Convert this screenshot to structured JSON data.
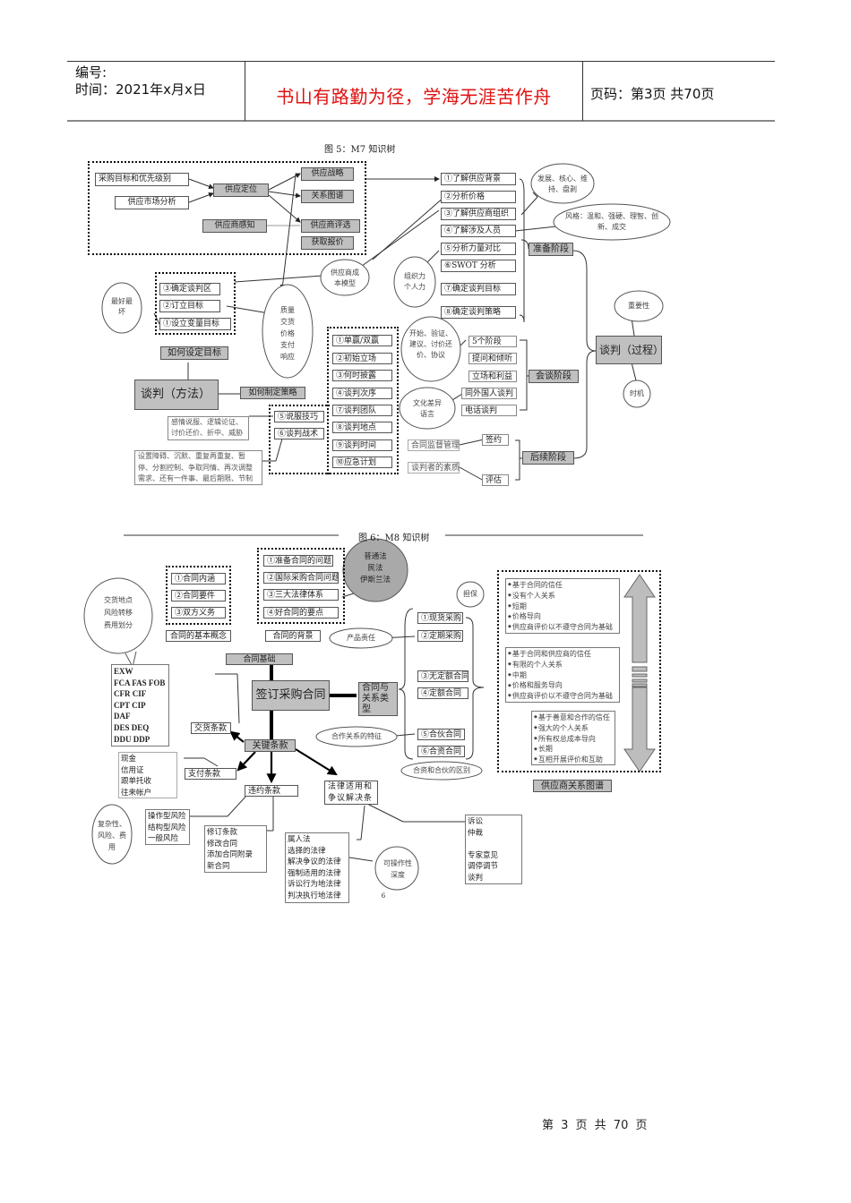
{
  "header": {
    "serial_label": "编号:",
    "time_label": "时间：2021年x月x日",
    "motto": "书山有路勤为径，学海无涯苦作舟",
    "page_label": "页码：第3页  共70页"
  },
  "m7": {
    "title": "图 5：M7 知识树",
    "positioning": {
      "inputs": [
        "采购目标和优先级别",
        "供应市场分析"
      ],
      "center": "供应定位",
      "perception": "供应商感知",
      "outputs": [
        "供应战略",
        "关系图谱",
        "供应商评选",
        "获取报价"
      ]
    },
    "prep_items": [
      "①了解供应背景",
      "②分析价格",
      "③了解供应商组织",
      "④了解涉及人员",
      "⑤分析力量对比",
      "⑥SWOT 分析",
      "⑦确定谈判目标",
      "⑧确定谈判策略"
    ],
    "bubbles": {
      "development": "发展、核心、维持、盘剥",
      "style": "风格：温和、强硬、理智、创新、成交",
      "cost_model": "供应商成本模型",
      "org_power": "组织力个人力",
      "best_worst": "最好最坏",
      "factors": [
        "质量",
        "交货",
        "价格",
        "支付",
        "响应"
      ],
      "opening": "开始、验证、建议、讨价还价、协议",
      "culture": "文化差异语言",
      "importance": "重要性",
      "timing": "时机"
    },
    "stages": {
      "prep": "准备阶段",
      "meeting": "会谈阶段",
      "follow": "后续阶段",
      "process": "谈判（过程）"
    },
    "meeting_items": [
      "5个阶段",
      "提问和倾听",
      "立场和利益",
      "同外国人谈判",
      "电话谈判"
    ],
    "follow_items": [
      "签约",
      "评估"
    ],
    "follow_notes": [
      "合同监督管理",
      "谈判者的素质"
    ],
    "goal_items": [
      "③确定谈判区",
      "②订立目标",
      "①设立变量目标"
    ],
    "method": {
      "center": "谈判（方法）",
      "set_goal": "如何设定目标",
      "strategy": "如何制定策略"
    },
    "strategy_items": [
      "①单赢/双赢",
      "②初始立场",
      "③何时披露",
      "④谈判次序",
      "⑦谈判团队",
      "⑧谈判地点",
      "⑨谈判时间",
      "⑩应急计划"
    ],
    "tactic_items": [
      "⑤说服技巧",
      "⑥谈判战术"
    ],
    "persuasion_note": "感情说服、逻辑论证、讨价还价、折中、威胁",
    "tactics_note": "设置障碍、沉默、重复再重复、暂停、分割控制、争取同情、再次调整需求、还有一件事、最后期限、节制"
  },
  "m8": {
    "title": "图 6：M8 知识树",
    "basic_items": [
      "①合同内涵",
      "②合同要件",
      "③双方义务"
    ],
    "basic_label": "合同的基本概念",
    "background_items": [
      "①准备合同的问题",
      "②国际采购合同问题",
      "③三大法律体系",
      "④好合同的要点"
    ],
    "background_label": "合同的背景",
    "law_systems": [
      "普通法",
      "民法",
      "伊斯兰法"
    ],
    "delivery_bubble": [
      "交货地点",
      "风险转移",
      "费用划分"
    ],
    "incoterms": [
      "EXW",
      "FCA FAS FOB",
      "CFR CIF",
      "CPT CIP",
      "DAF",
      "DES DEQ",
      "DDU DDP"
    ],
    "foundation": "合同基础",
    "center": "签订采购合同",
    "types_label": "合同与关系类型",
    "type_items": [
      "①现货采购",
      "②定期采购",
      "③无定额合同",
      "④定额合同",
      "⑤合伙合同",
      "⑥合资合同"
    ],
    "guarantee": "担保",
    "product_liability": "产品责任",
    "partnership_feature": "合作关系的特征",
    "jv_difference": "合资和合伙的区别",
    "key_terms": "关键条款",
    "delivery_terms": "交货条款",
    "payment_terms": "支付条款",
    "breach_terms": "违约条款",
    "law_terms": "法律适用和争议解决条款",
    "payment_items": [
      "现金",
      "信用证",
      "跟单托收",
      "往来帐户"
    ],
    "complexity_bubble": [
      "复杂性、",
      "风险、费",
      "用"
    ],
    "risk_items": [
      "操作型风险",
      "结构型风险",
      "一般风险"
    ],
    "amend_items": [
      "修订条款",
      "修改合同",
      "添加合同附录",
      "新合同"
    ],
    "law_items": [
      "属人法",
      "选择的法律",
      "解决争议的法律",
      "强制适用的法律",
      "诉讼行为地法律",
      "判决执行地法律"
    ],
    "dispute_items": [
      "诉讼",
      "仲裁",
      "",
      "专家意见",
      "调停调节",
      "谈判"
    ],
    "operability_bubble": [
      "可操作性",
      "深度"
    ],
    "small_page_no": "6",
    "relationship": {
      "label": "供应商关系图谱",
      "groups": [
        [
          "基于合同的信任",
          "没有个人关系",
          "短期",
          "价格导向",
          "供应商评价以不遵守合同为基础"
        ],
        [
          "基于合同和供应商的信任",
          "有限的个人关系",
          "中期",
          "价格和服务导向",
          "供应商评价以不遵守合同为基础"
        ],
        [
          "基于善意和合作的信任",
          "强大的个人关系",
          "所有权总成本导向",
          "长期",
          "互相开展评价和互助"
        ]
      ]
    }
  },
  "footer": {
    "page_text": "第 3 页 共 70 页"
  }
}
